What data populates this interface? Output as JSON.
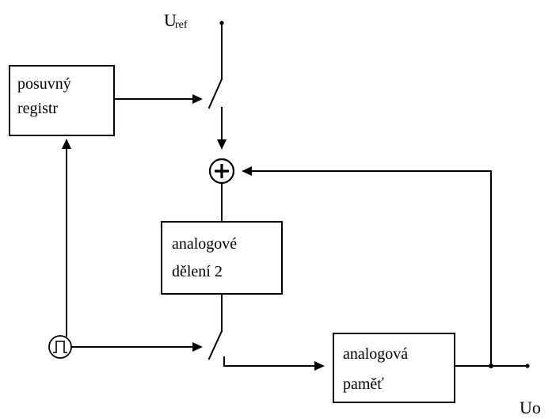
{
  "reference_label": {
    "main": "U",
    "subscript": "ref"
  },
  "shift_register": {
    "line1": "posuvný",
    "line2": "registr"
  },
  "divider": {
    "line1": "analogové",
    "line2": "dělení 2"
  },
  "memory": {
    "line1": "analogová",
    "line2": "paměť"
  },
  "output_label": "Uo",
  "summer_symbol": "+",
  "clock_icon": "pulse-generator-icon"
}
